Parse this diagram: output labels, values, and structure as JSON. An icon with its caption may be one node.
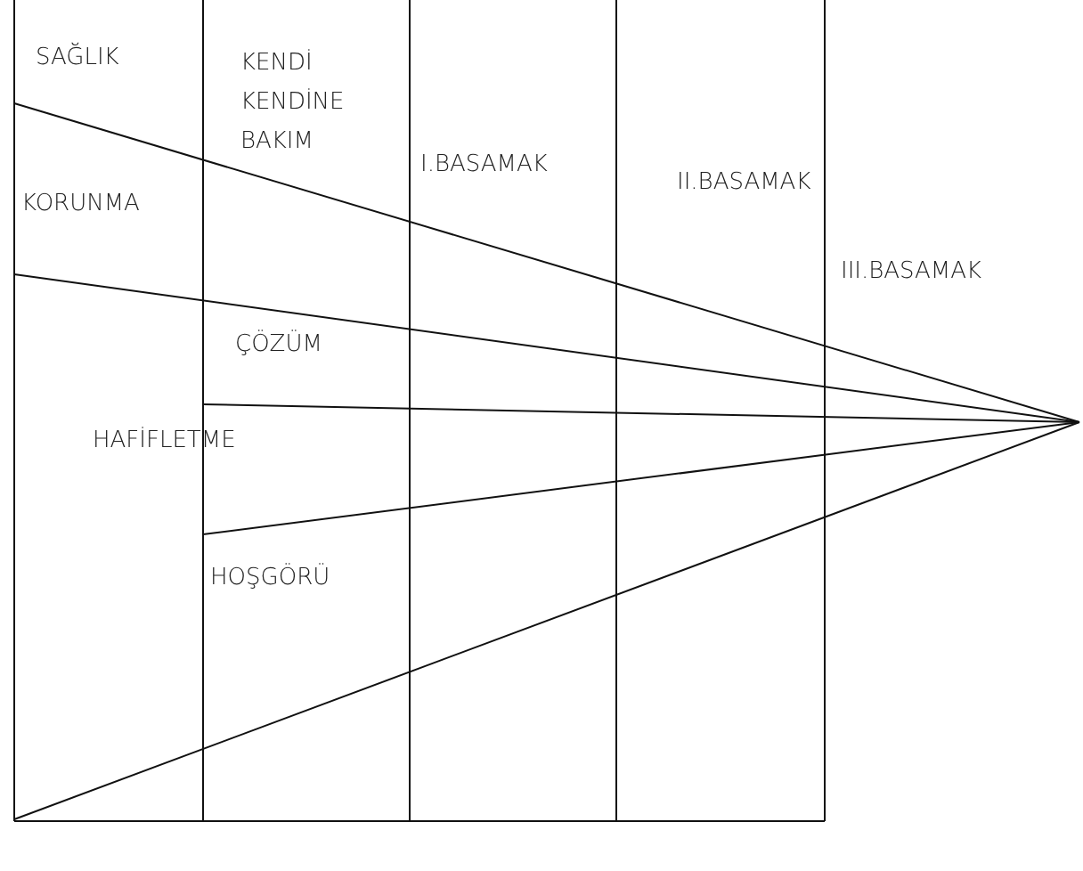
{
  "diagram": {
    "labels": [
      "SAĞLIK",
      "KENDİ KENDİNE BAKIM",
      "I.BASAMAK",
      "II.BASAMAK",
      "KORUNMA",
      "III.BASAMAK",
      "ÇÖZÜM",
      "HAFİFLETME",
      "HOŞGÖRÜ"
    ]
  }
}
